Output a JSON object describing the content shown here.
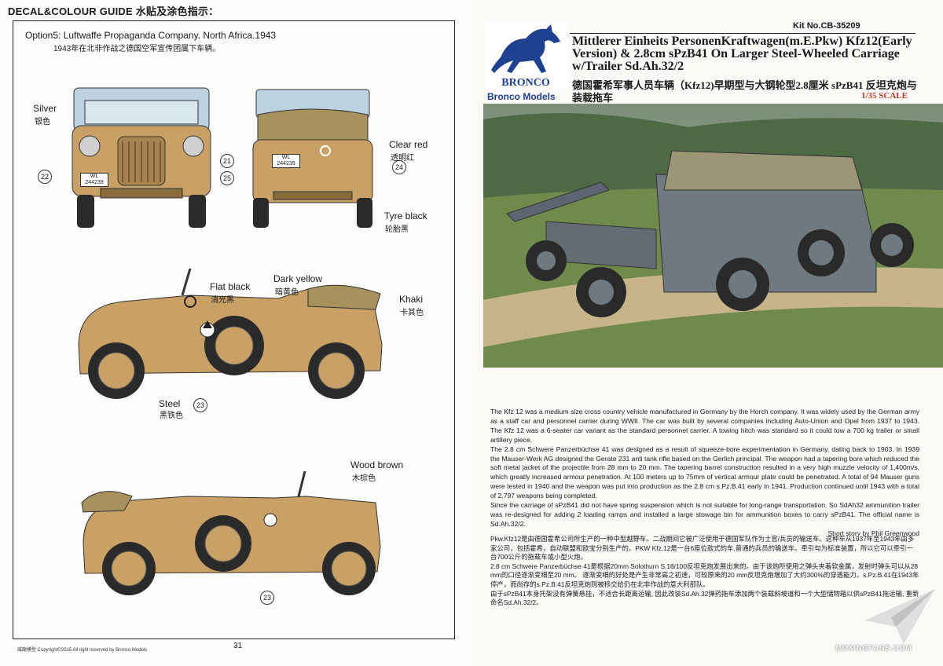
{
  "left_page": {
    "header": "DECAL&COLOUR GUIDE 水贴及涂色指示：",
    "option_title": "Option5: Luftwaffe Propaganda Company. North Africa.1943",
    "option_title_cn": "1943年在北非作战之德国空军宣传团属下车辆。",
    "callouts": {
      "silver": "Silver",
      "silver_cn": "银色",
      "clear_red": "Clear red",
      "clear_red_cn": "透明红",
      "tyre_black": "Tyre black",
      "tyre_black_cn": "轮胎黑",
      "flat_black": "Flat black",
      "flat_black_cn": "消光黑",
      "dark_yellow": "Dark yellow",
      "dark_yellow_cn": "暗黄色",
      "khaki": "Khaki",
      "khaki_cn": "卡其色",
      "steel": "Steel",
      "steel_cn": "黑铁色",
      "wood_brown": "Wood brown",
      "wood_brown_cn": "木棕色"
    },
    "numbers": {
      "n22": "22",
      "n25": "25",
      "n21": "21",
      "n24": "24",
      "n23a": "23",
      "n23b": "23"
    },
    "plate_front": [
      "WL",
      "244239"
    ],
    "plate_rear": [
      "WL",
      "244239"
    ],
    "footer": "威龍模型    Copyright©2015  All right reserved by Bronco Models",
    "page_number": "31"
  },
  "right_page": {
    "kit_number": "Kit No.CB-35209",
    "brand_logo_text": "BRONCO",
    "brand_name": "Bronco Models",
    "title_en": "Mittlerer Einheits PersonenKraftwagen(m.E.Pkw) Kfz12(Early Version) & 2.8cm sPzB41 On Larger Steel-Wheeled Carriage w/Trailer Sd.Ah.32/2",
    "title_cn": "德国霍希军事人员车辆（Kfz12)早期型与大钢轮型2.8厘米 sPzB41 反坦克炮与装载拖车",
    "scale": "1/35 SCALE",
    "story_en": [
      "The Kfz 12 was a medium size cross country vehicle manufactured in Germany by the Horch company. It was widely used by the German army as a staff car and personnel carrier during WWII. The car was built by several companies including Auto-Union and Opel from 1937 to 1943. The  Kfz 12 was a 6-seater car variant as the standard personnel carrier. A towing hitch was standard so it could tow a 700 kg trailer or small artillery piece.",
      "The 2.8 cm Schwere Panzerbüchse 41 was designed as a result of squeeze-bore experimentation in Germany, dating back to 1903. In 1939 the Mauser-Werk AG designed the Gerate 231 anti tank rifle based on the Gerlich principal. The weapon had a tapering bore which reduced the soft metal jacket of the projectile from 28 mm to 20 mm. The tapering barrel construction resulted in a very high muzzle velocity of 1,400m/s, which greatly increased armour penetration. At 100 meters up to 75mm of vertical armour plate could be penetrated. A total of 94 Mauser guns were tested in 1940 and the weapon was put into production as the 2.8 cm s.Pz.B.41 early in 1941.  Production continued until 1943 with a total of 2,797 weapons being completed.",
      "Since the carriage of sPzB41 did not have spring suspension which is not suitable for long-range transportation. So SdAh32 ammunition trailer was re-designed for adding 2 loading ramps and installed a large stowage bin for ammunition boxes to carry sPzB41. The official name is Sd.Ah.32/2."
    ],
    "story_credit": "Short story by Phil Greenwood",
    "story_cn": [
      "Pkw.Kfz12是由德国霍希公司所生产的一种中型越野车。二战期间它被广泛使用于德国军队作为士官/兵员的输送车。这种车从1937年至1943年由多家公司，包括霍希，自动联盟和欧宝分别生产的。PKW  Kfz.12是一台6座位款式的车,普通的兵员的输送车。牵引勾为标准装置，所以它可以牵引一台700公斤的拖载车或小型火炮。",
      "2.8 cm Schwere Panzerbüchse 41是根据20mm Solothurn S.18/100反坦克炮发展出来的。由于该炮所使用之弹头夹着软金属，发射时弹头可以从28 mm的口径逐渐变细至20 mm。  逐渐变细的好处是产生非常高之初速，可较原来的20 mm反坦克炮增加了大约300%的穿透能力。s.Pz.B.41在1943年停产，而尚存的s.Pz.B.41反坦克炮则被移交给仍在北非作战的意大利部队。",
      "由于sPzB41本身托架没有弹簧悬挂，不适合长距离运输, 因此改装Sd.Ah.32弹药拖车添加两个装载斜坡道和一个大型储物箱以供sPzB41拖运输, 重新命名Sd.Ah.32/2。"
    ],
    "watermark": "MOXINGFANS.COM"
  },
  "colors": {
    "dark_yellow": "#c9a065",
    "khaki": "#a7915c",
    "field_grey": "#6f7a80",
    "bronco_blue": "#1f3f8f",
    "scale_red": "#c0392b"
  }
}
